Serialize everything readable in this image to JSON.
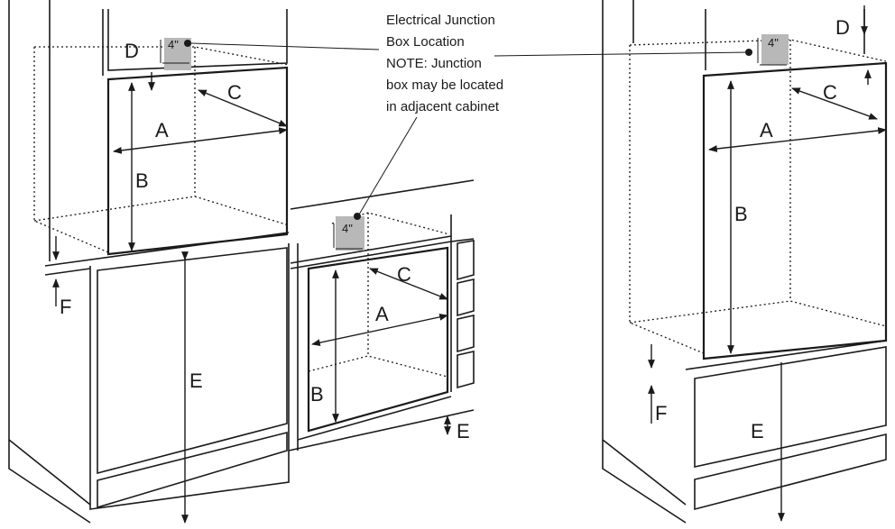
{
  "note": {
    "line1": "Electrical Junction",
    "line2": "Box Location",
    "line3": "NOTE: Junction",
    "line4": "box may be located",
    "line5": "in adjacent cabinet"
  },
  "junction_label": "4\"",
  "left_wall_oven": {
    "A": "A",
    "B": "B",
    "C": "C",
    "D": "D",
    "E": "E",
    "F": "F"
  },
  "undercounter_oven": {
    "A": "A",
    "B": "B",
    "C": "C",
    "E": "E"
  },
  "right_wall_oven": {
    "A": "A",
    "B": "B",
    "C": "C",
    "D": "D",
    "E": "E",
    "F": "F"
  },
  "colors": {
    "line": "#1a1a1a",
    "junction_box": "#b8b8b8",
    "background": "#ffffff"
  }
}
